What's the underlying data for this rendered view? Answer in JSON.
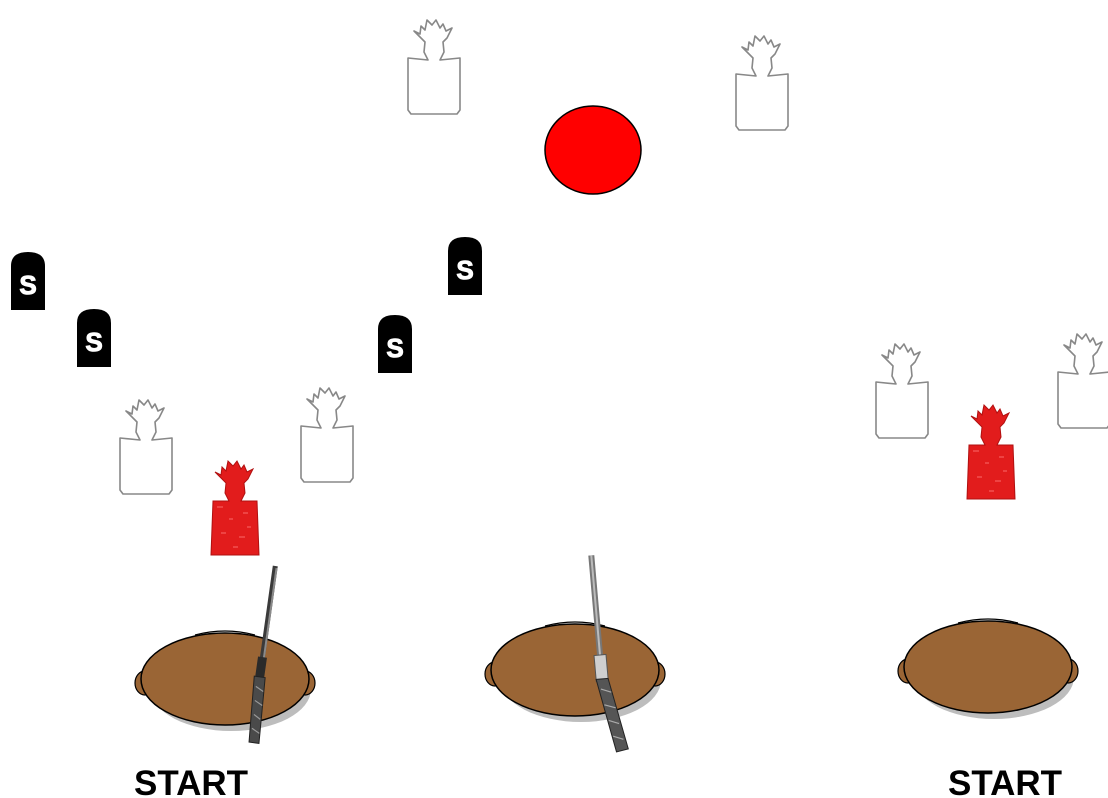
{
  "labels": {
    "start_left": "START",
    "start_right": "START"
  },
  "steel_plate_letter": "S",
  "colors": {
    "target_white_fill": "#ffffff",
    "target_outline": "#888888",
    "target_red": "#e21c1c",
    "red_plate": "#ff0000",
    "plate_black": "#000000",
    "table_brown": "#9a6535",
    "table_shadow": "#bdbdbd",
    "rifle_dark": "#3a3a3a",
    "rifle_light": "#8a8a8a"
  },
  "icons": [
    "cowboy-target-icon",
    "steel-plate-icon",
    "red-plate-icon",
    "shooting-table-icon",
    "rifle-icon"
  ]
}
